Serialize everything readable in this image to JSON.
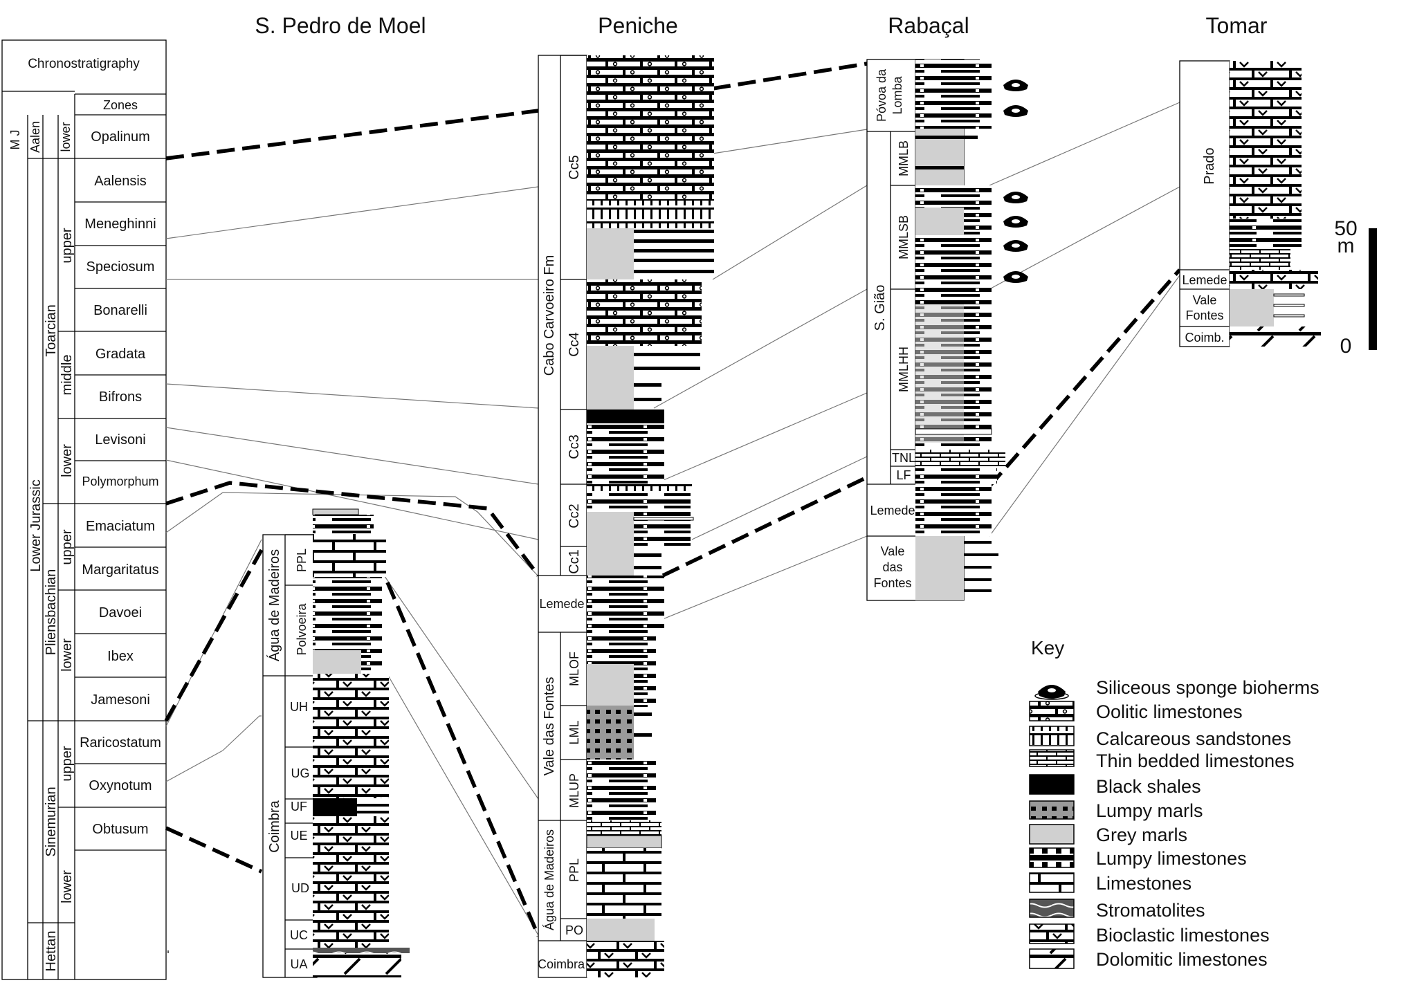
{
  "titles": {
    "spedro": "S. Pedro de Moel",
    "peniche": "Peniche",
    "rabacal": "Rabaçal",
    "tomar": "Tomar"
  },
  "chrono": {
    "header": "Chronostratigraphy",
    "zones_header": "Zones",
    "stages": {
      "mj": "M J",
      "aalen": "Aalen",
      "lower_jurassic": "Lower  Jurassic",
      "toarcian": "Toarcian",
      "pliensbachian": "Pliensbachian",
      "sinemurian": "Sinemurian",
      "hettan": "Hettan"
    },
    "substages": {
      "aalen_lower": "lower",
      "toarcian_upper": "upper",
      "toarcian_middle": "middle",
      "toarcian_lower": "lower",
      "pliens_upper": "upper",
      "pliens_lower": "lower",
      "sinem_upper": "upper",
      "sinem_lower": "lower"
    },
    "zones": [
      "Opalinum",
      "Aalensis",
      "Meneghinni",
      "Speciosum",
      "Bonarelli",
      "Gradata",
      "Bifrons",
      "Levisoni",
      "Polymorphum",
      "Emaciatum",
      "Margaritatus",
      "Davoei",
      "Ibex",
      "Jamesoni",
      "Raricostatum",
      "Oxynotum",
      "Obtusum"
    ]
  },
  "spedro_units": {
    "agua": "Água de Madeiros",
    "ppl": "PPL",
    "polvoeira": "Polvoeira",
    "coimbra": "Coimbra",
    "uh": "UH",
    "ug": "UG",
    "uf": "UF",
    "ue": "UE",
    "ud": "UD",
    "uc": "UC",
    "ua": "UA"
  },
  "peniche_units": {
    "cabo": "Cabo Carvoeiro Fm",
    "cc5": "Cc5",
    "cc4": "Cc4",
    "cc3": "Cc3",
    "cc2": "Cc2",
    "cc1": "Cc1",
    "lemede": "Lemede",
    "vale": "Vale das Fontes",
    "mlof": "MLOF",
    "lml": "LML",
    "mlup": "MLUP",
    "agua": "Água de Madeiros",
    "ppl": "PPL",
    "po": "PO",
    "coimbra": "Coimbra"
  },
  "rabacal_units": {
    "povoa": [
      "Póvoa da",
      "Lomba"
    ],
    "sgiao": "S. Gião",
    "mmlb": "MMLB",
    "mmlsb": "MMLSB",
    "mmlhh": "MMLHH",
    "tnl": "TNL",
    "lf": "LF",
    "lemede": "Lemede",
    "vale": [
      "Vale",
      "das",
      "Fontes"
    ]
  },
  "tomar_units": {
    "prado": "Prado",
    "lemede": "Lemede",
    "vale": [
      "Vale",
      "Fontes"
    ],
    "coimb": "Coimb."
  },
  "scale": {
    "top": "50",
    "unit": "m",
    "bottom": "0"
  },
  "key": {
    "title": "Key",
    "items": [
      {
        "id": "sponge",
        "label": "Siliceous sponge bioherms"
      },
      {
        "id": "oolitic",
        "label": "Oolitic limestones"
      },
      {
        "id": "calcsand",
        "label": "Calcareous sandstones"
      },
      {
        "id": "thinbed",
        "label": "Thin bedded limestones"
      },
      {
        "id": "blackshale",
        "label": "Black shales"
      },
      {
        "id": "lumpymarl",
        "label": "Lumpy marls"
      },
      {
        "id": "greymarl",
        "label": "Grey marls"
      },
      {
        "id": "lumpylime",
        "label": "Lumpy limestones"
      },
      {
        "id": "lime",
        "label": "Limestones"
      },
      {
        "id": "strom",
        "label": "Stromatolites"
      },
      {
        "id": "bioclastic",
        "label": "Bioclastic limestones"
      },
      {
        "id": "dolomitic",
        "label": "Dolomitic limestones"
      }
    ]
  }
}
